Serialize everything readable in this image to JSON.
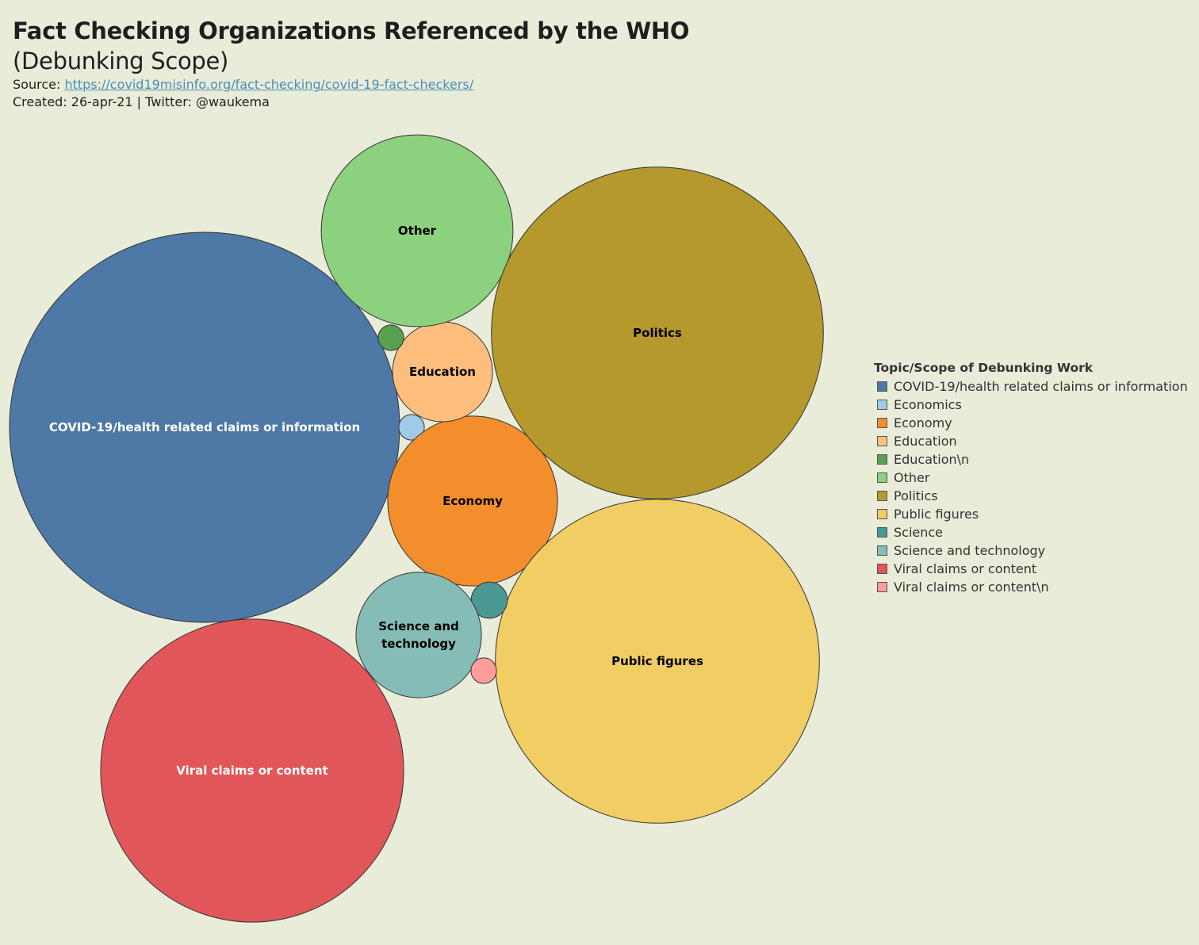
{
  "header": {
    "title": "Fact Checking Organizations Referenced by the WHO",
    "subtitle": "(Debunking Scope)",
    "source_label": "Source: ",
    "source_link": "https://covid19misinfo.org/fact-checking/covid-19-fact-checkers/",
    "created": "Created: 26-apr-21 | Twitter: @waukema"
  },
  "legend": {
    "title": "Topic/Scope of Debunking Work",
    "items": [
      {
        "label": "COVID-19/health related claims or information",
        "color": "#4e79a7"
      },
      {
        "label": "Economics",
        "color": "#a0cbe8"
      },
      {
        "label": "Economy",
        "color": "#f28e2b"
      },
      {
        "label": "Education",
        "color": "#ffbe7d"
      },
      {
        "label": "Education\\n",
        "color": "#59a14f"
      },
      {
        "label": "Other",
        "color": "#8cd17d"
      },
      {
        "label": "Politics",
        "color": "#b6992d"
      },
      {
        "label": "Public figures",
        "color": "#f1ce63"
      },
      {
        "label": "Science",
        "color": "#499894"
      },
      {
        "label": "Science and technology",
        "color": "#86bcb6"
      },
      {
        "label": "Viral claims or content",
        "color": "#e15759"
      },
      {
        "label": "Viral claims or content\\n",
        "color": "#ff9d9a"
      }
    ]
  },
  "chart_data": {
    "type": "bubble",
    "title": "Fact Checking Organizations Referenced by the WHO",
    "subtitle": "(Debunking Scope)",
    "series": [
      {
        "name": "COVID-19/health related claims or information",
        "label": "COVID-19/health related claims or information",
        "value": 58,
        "color": "#4e79a7",
        "text_color": "#ffffff"
      },
      {
        "name": "Economics",
        "label": "",
        "value": 0.25,
        "color": "#a0cbe8",
        "text_color": "#000000"
      },
      {
        "name": "Economy",
        "label": "Economy",
        "value": 11,
        "color": "#f28e2b",
        "text_color": "#000000"
      },
      {
        "name": "Education",
        "label": "Education",
        "value": 3.8,
        "color": "#ffbe7d",
        "text_color": "#000000"
      },
      {
        "name": "Education\\n",
        "label": "",
        "value": 0.25,
        "color": "#59a14f",
        "text_color": "#000000"
      },
      {
        "name": "Other",
        "label": "Other",
        "value": 14,
        "color": "#8cd17d",
        "text_color": "#000000"
      },
      {
        "name": "Politics",
        "label": "Politics",
        "value": 42,
        "color": "#b6992d",
        "text_color": "#000000"
      },
      {
        "name": "Public figures",
        "label": "Public figures",
        "value": 40,
        "color": "#f1ce63",
        "text_color": "#000000"
      },
      {
        "name": "Science",
        "label": "",
        "value": 0.5,
        "color": "#499894",
        "text_color": "#000000"
      },
      {
        "name": "Science and technology",
        "label": "Science and\ntechnology",
        "value": 6,
        "color": "#86bcb6",
        "text_color": "#000000"
      },
      {
        "name": "Viral claims or content",
        "label": "Viral claims or content",
        "value": 35,
        "color": "#e15759",
        "text_color": "#ffffff"
      },
      {
        "name": "Viral claims or content\\n",
        "label": "",
        "value": 0.25,
        "color": "#ff9d9a",
        "text_color": "#000000"
      }
    ]
  }
}
